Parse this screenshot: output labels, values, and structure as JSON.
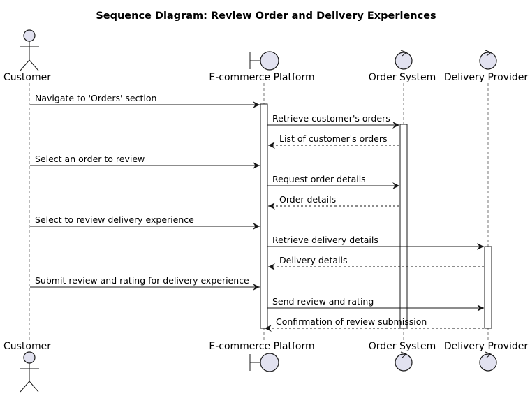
{
  "diagram": {
    "title": "Sequence Diagram: Review Order and Delivery Experiences",
    "participants": [
      {
        "id": "customer",
        "label": "Customer",
        "kind": "actor"
      },
      {
        "id": "platform",
        "label": "E-commerce Platform",
        "kind": "boundary"
      },
      {
        "id": "order",
        "label": "Order System",
        "kind": "control"
      },
      {
        "id": "delivery",
        "label": "Delivery Provider",
        "kind": "control"
      }
    ],
    "messages": [
      {
        "from": "customer",
        "to": "platform",
        "text": "Navigate to 'Orders' section",
        "style": "solid"
      },
      {
        "from": "platform",
        "to": "order",
        "text": "Retrieve customer's orders",
        "style": "solid"
      },
      {
        "from": "order",
        "to": "platform",
        "text": "List of customer's orders",
        "style": "dashed"
      },
      {
        "from": "customer",
        "to": "platform",
        "text": "Select an order to review",
        "style": "solid"
      },
      {
        "from": "platform",
        "to": "order",
        "text": "Request order details",
        "style": "solid"
      },
      {
        "from": "order",
        "to": "platform",
        "text": "Order details",
        "style": "dashed"
      },
      {
        "from": "customer",
        "to": "platform",
        "text": "Select to review delivery experience",
        "style": "solid"
      },
      {
        "from": "platform",
        "to": "delivery",
        "text": "Retrieve delivery details",
        "style": "solid"
      },
      {
        "from": "delivery",
        "to": "platform",
        "text": "Delivery details",
        "style": "dashed"
      },
      {
        "from": "customer",
        "to": "platform",
        "text": "Submit review and rating for delivery experience",
        "style": "solid"
      },
      {
        "from": "platform",
        "to": "delivery",
        "text": "Send review and rating",
        "style": "solid"
      },
      {
        "from": "delivery",
        "to": "platform",
        "text": "Confirmation of review submission",
        "style": "dashed"
      }
    ],
    "colors": {
      "participant_fill": "#E2E2F0",
      "line": "#181818",
      "activation_fill": "#FFFFFF"
    }
  }
}
